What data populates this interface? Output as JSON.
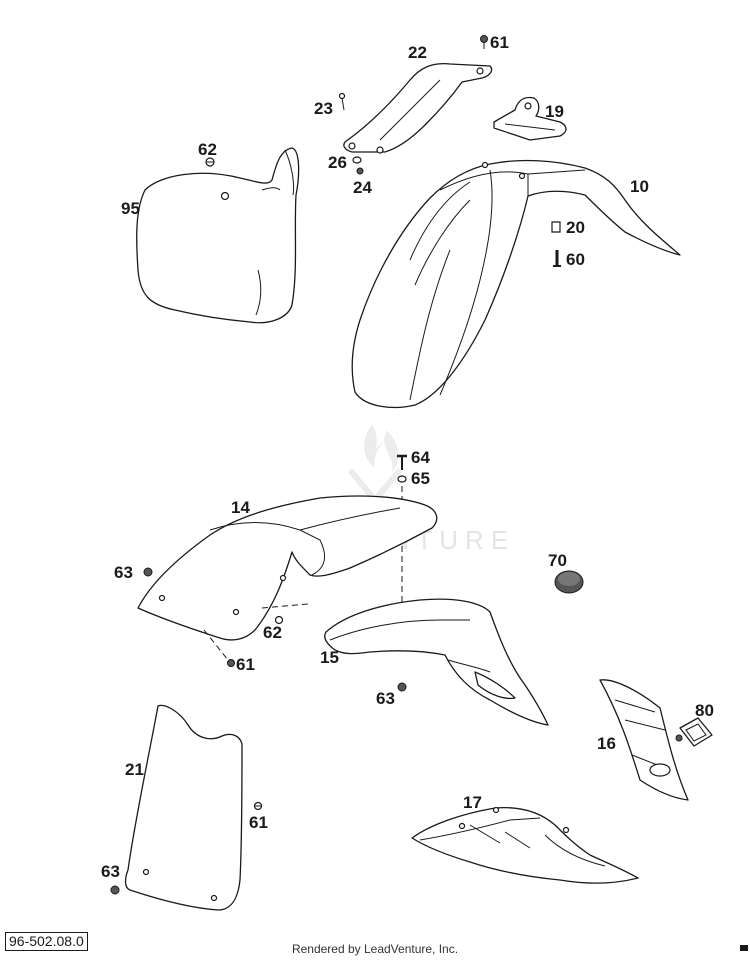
{
  "diagram": {
    "callouts": {
      "c95": "95",
      "c62a": "62",
      "c22": "22",
      "c61a": "61",
      "c23": "23",
      "c19": "19",
      "c26": "26",
      "c24": "24",
      "c10": "10",
      "c20": "20",
      "c60": "60",
      "c64": "64",
      "c65": "65",
      "c14": "14",
      "c63a": "63",
      "c62b": "62",
      "c61b": "61",
      "c15": "15",
      "c63b": "63",
      "c70": "70",
      "c80": "80",
      "c16": "16",
      "c21": "21",
      "c61c": "61",
      "c63c": "63",
      "c17": "17"
    },
    "diagram_code": "96-502.08.0",
    "footer": "Rendered by LeadVenture, Inc.",
    "watermark": "LEADVENTURE"
  },
  "colors": {
    "line": "#1a1a1a",
    "watermark": "#e4e4e4",
    "background": "#ffffff"
  }
}
